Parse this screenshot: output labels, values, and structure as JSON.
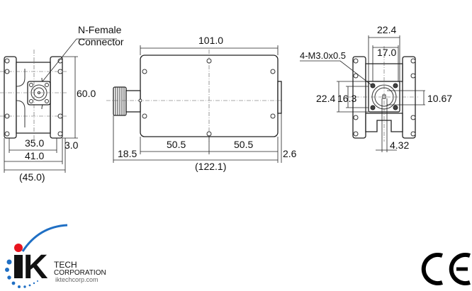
{
  "side_view": {
    "callout": [
      "N-Female",
      "Connector"
    ],
    "height": "60.0",
    "inner_width": "35.0",
    "plate": "3.0",
    "width": "41.0",
    "overall_width": "(45.0)"
  },
  "top_view": {
    "body_length": "101.0",
    "half_left": "50.5",
    "half_right": "50.5",
    "connector": "18.5",
    "overall_length": "(122.1)",
    "tab": "2.6"
  },
  "end_view": {
    "outer_width": "22.4",
    "inner_width": "17.0",
    "thread": "4-M3.0x0.5",
    "outer_height": "22.4",
    "inner_height": "16.3",
    "offset_v": "10.67",
    "offset_h": "4.32"
  },
  "logo": {
    "mark": "iK",
    "line1": "TECH",
    "line2": "CORPORATION",
    "url": "iktechcorp.com",
    "colors": {
      "dot": "#e8141e",
      "arc": "#1f6fc4",
      "text": "#111111"
    }
  },
  "certification": "CE"
}
